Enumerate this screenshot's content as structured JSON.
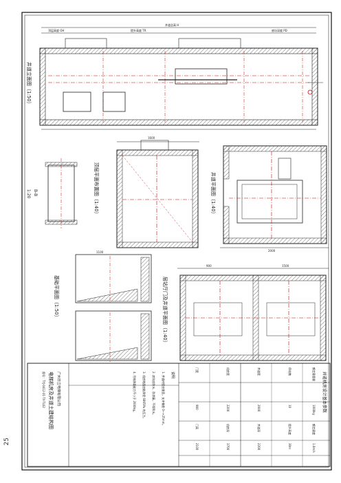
{
  "page_number": "25",
  "views": {
    "elevation_title": "井道立面图（1:50）",
    "hoistway_plan_title": "井道平面图（1:40）",
    "machine_room_plan_title": "机房平面图（1:40）",
    "machine_room_top_plan_title": "顶层平面布置图（1:40）",
    "pit_detail_title": "基础平面图（1:50）",
    "door_plan_title": "层站厅门及井道平面图（1:40）",
    "section_title": "B-B",
    "section_scale": "1:20"
  },
  "dimensions": {
    "overall_length": "井道总高 H",
    "overhead": "顶层高度 OH",
    "travel": "提升高度 TR",
    "pit": "底坑深度 PD",
    "dim_1": "1500",
    "dim_2": "1600",
    "dim_3": "2000",
    "dim_4": "1100",
    "dim_5": "900"
  },
  "title_block": {
    "drawing_title": "电梯机房及井道土建结构图",
    "company": "广州日立电梯有限公司",
    "drawing_no": "图号：TYJ-0412-01-TX-TL02",
    "spec_title": "井道机房设计基本参数",
    "rows": [
      [
        "额定载重量",
        "1000kg",
        "额定速度",
        "1.0m/s"
      ],
      [
        "停站数",
        "10",
        "提升高度",
        "30m"
      ],
      [
        "井道宽",
        "2000",
        "井道深",
        "2200"
      ],
      [
        "机房宽",
        "2200",
        "机房深",
        "3700"
      ],
      [
        "门宽",
        "900",
        "门高",
        "2100"
      ]
    ],
    "notes_title": "说明",
    "notes": [
      "1. 井道内壁应垂直，允许偏差 0~+25mm。",
      "2. 底坑应防水、防渗漏，不得积水。",
      "3. 机房地面应能承受 6865Pa 的压力。",
      "4. 吊钩承载能力不小于 2000kg。"
    ]
  }
}
